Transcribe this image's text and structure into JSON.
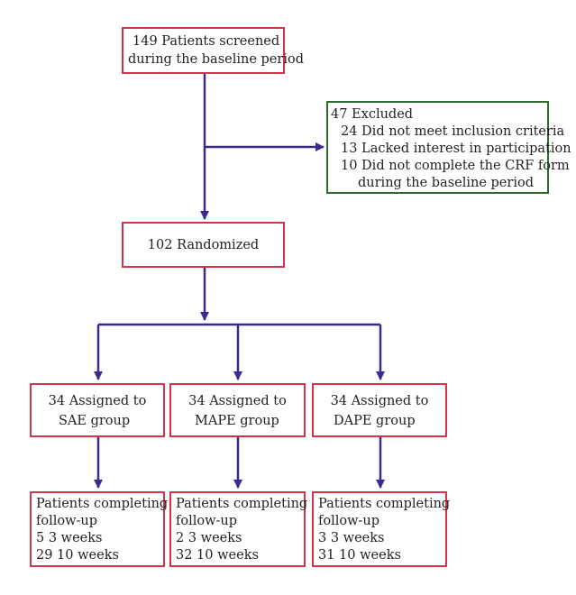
{
  "colors": {
    "box_border": "#d6334a",
    "excluded_border": "#2d6a2e",
    "arrow": "#3b2a8c",
    "text": "#231f20"
  },
  "screened": {
    "lines": [
      "149 Patients screened",
      "during the baseline period"
    ]
  },
  "excluded": {
    "title": "47 Excluded",
    "reasons": [
      "24 Did not meet inclusion criteria",
      "13 Lacked interest in participation",
      "10 Did not complete the CRF form",
      "during the baseline period"
    ]
  },
  "randomized": {
    "label": "102 Randomized"
  },
  "groups": [
    {
      "assigned": [
        "34 Assigned to",
        "SAE group"
      ],
      "completion": [
        "Patients completing",
        "follow-up",
        "5 3 weeks",
        "29 10 weeks"
      ]
    },
    {
      "assigned": [
        "34 Assigned to",
        "MAPE group"
      ],
      "completion": [
        "Patients completing",
        "follow-up",
        "2 3 weeks",
        "32 10 weeks"
      ]
    },
    {
      "assigned": [
        "34 Assigned to",
        "DAPE group"
      ],
      "completion": [
        "Patients completing",
        "follow-up",
        "3 3 weeks",
        "31 10 weeks"
      ]
    }
  ]
}
